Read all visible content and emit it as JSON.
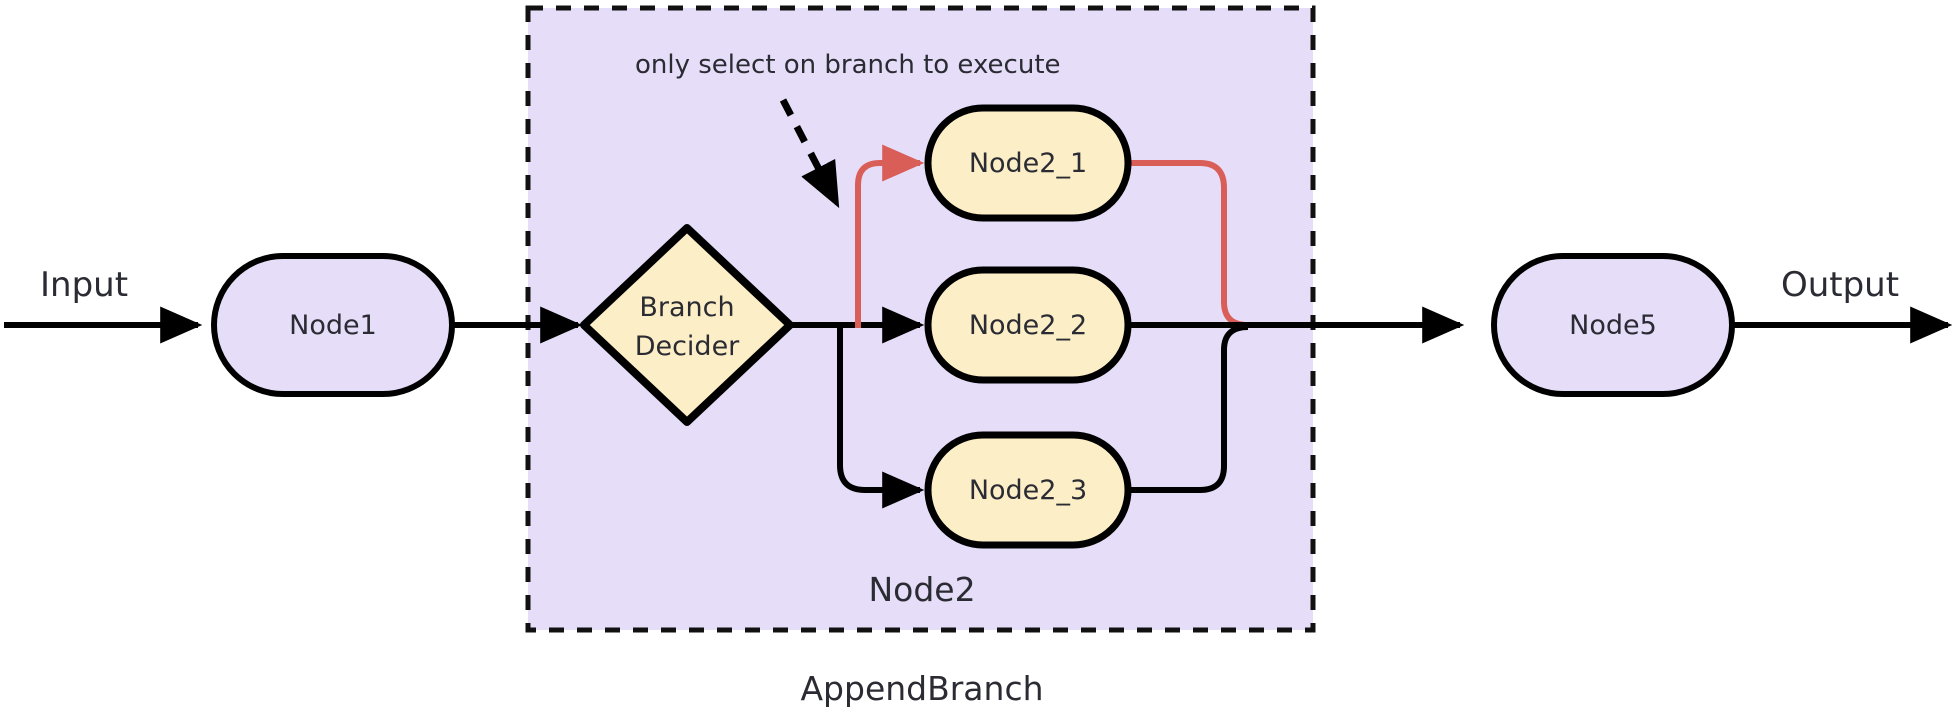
{
  "diagram": {
    "title": "AppendBranch",
    "annotation": "only select on branch to execute",
    "group_label": "Node2",
    "endpoints": {
      "input_label": "Input",
      "output_label": "Output"
    },
    "nodes": [
      {
        "id": "node1",
        "label": "Node1",
        "shape": "stadium",
        "fill": "#E6DDF8"
      },
      {
        "id": "decider",
        "label_line1": "Branch",
        "label_line2": "Decider",
        "shape": "diamond",
        "fill": "#FCEFC7"
      },
      {
        "id": "node2_1",
        "label": "Node2_1",
        "shape": "stadium",
        "fill": "#FCEFC7"
      },
      {
        "id": "node2_2",
        "label": "Node2_2",
        "shape": "stadium",
        "fill": "#FCEFC7"
      },
      {
        "id": "node2_3",
        "label": "Node2_3",
        "shape": "stadium",
        "fill": "#FCEFC7"
      },
      {
        "id": "node5",
        "label": "Node5",
        "shape": "stadium",
        "fill": "#E6DDF8"
      }
    ],
    "colors": {
      "group_background": "#E6DDF8",
      "group_border": "#111111",
      "node_stroke": "#000000",
      "purple_node_fill": "#E6DDF8",
      "yellow_node_fill": "#FCEFC7",
      "edge_default": "#000000",
      "edge_highlight": "#D95E58",
      "text": "#2b2b33",
      "canvas": "#ffffff"
    },
    "edges": [
      {
        "from": "input",
        "to": "node1",
        "style": "solid",
        "color": "#000000"
      },
      {
        "from": "node1",
        "to": "decider",
        "style": "solid",
        "color": "#000000"
      },
      {
        "from": "decider",
        "to": "node2_1",
        "style": "solid",
        "color": "#D95E58",
        "highlighted": true
      },
      {
        "from": "decider",
        "to": "node2_2",
        "style": "solid",
        "color": "#000000"
      },
      {
        "from": "decider",
        "to": "node2_3",
        "style": "solid",
        "color": "#000000"
      },
      {
        "from": "node2_1",
        "to": "merge",
        "style": "solid",
        "color": "#D95E58",
        "highlighted": true
      },
      {
        "from": "node2_2",
        "to": "merge",
        "style": "solid",
        "color": "#000000"
      },
      {
        "from": "node2_3",
        "to": "merge",
        "style": "solid",
        "color": "#000000"
      },
      {
        "from": "merge",
        "to": "node5",
        "style": "solid",
        "color": "#000000"
      },
      {
        "from": "node5",
        "to": "output",
        "style": "solid",
        "color": "#000000"
      },
      {
        "from": "annotation",
        "to": "node2_1_edge",
        "style": "dashed",
        "color": "#000000"
      }
    ]
  }
}
